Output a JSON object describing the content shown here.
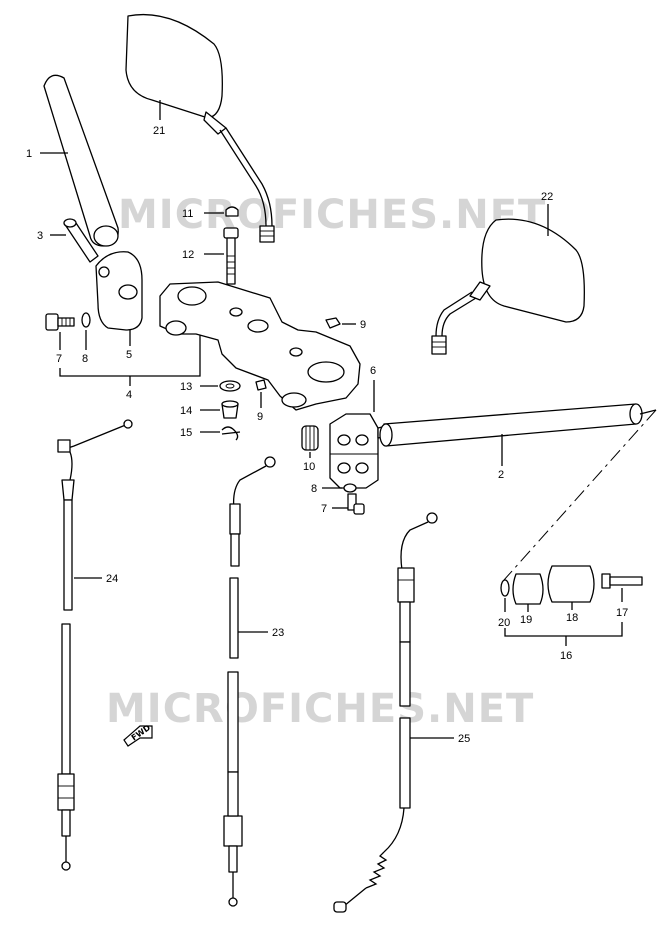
{
  "watermark": {
    "text": "MICROFICHES.NET"
  },
  "fwd_label": "FWD",
  "callouts": {
    "c1": "1",
    "c2": "2",
    "c3": "3",
    "c4": "4",
    "c5": "5",
    "c6": "6",
    "c7a": "7",
    "c7b": "7",
    "c8a": "8",
    "c8b": "8",
    "c9a": "9",
    "c9b": "9",
    "c10": "10",
    "c11": "11",
    "c12": "12",
    "c13": "13",
    "c14": "14",
    "c15": "15",
    "c16": "16",
    "c17": "17",
    "c18": "18",
    "c19": "19",
    "c20": "20",
    "c21": "21",
    "c22": "22",
    "c23": "23",
    "c24": "24",
    "c25": "25"
  }
}
